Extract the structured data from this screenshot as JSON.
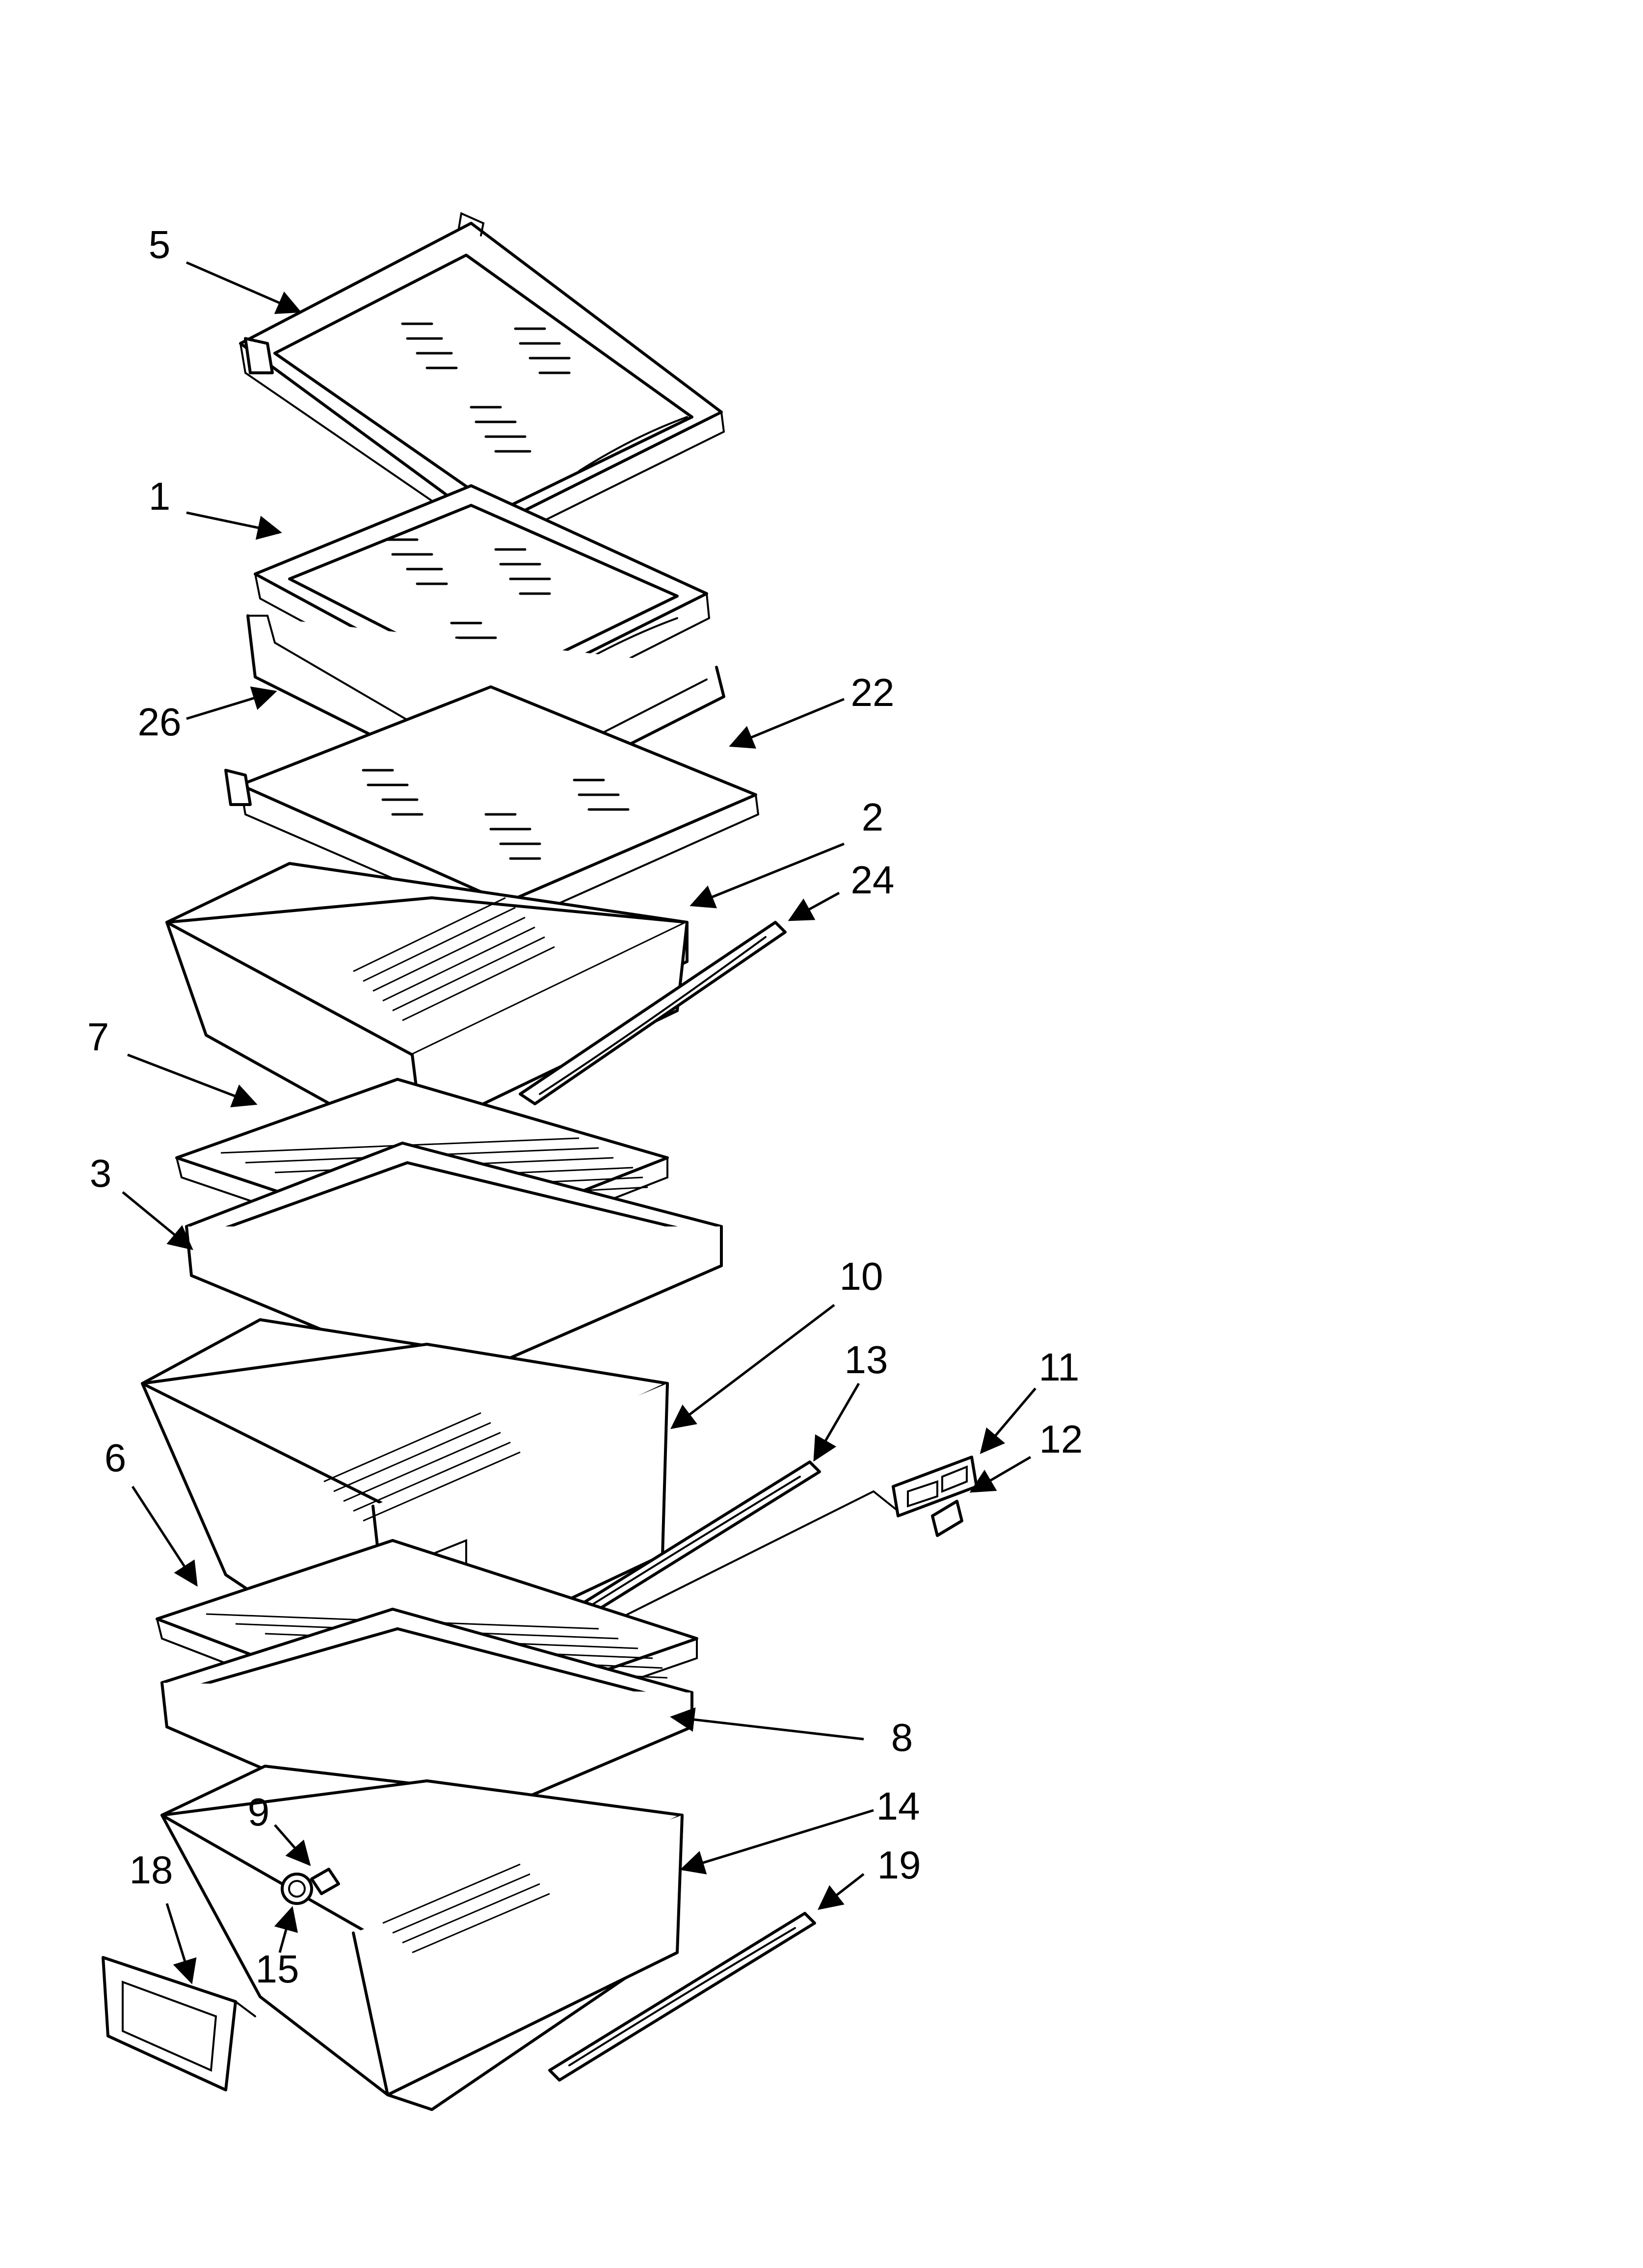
{
  "diagram": {
    "callouts": [
      {
        "id": "c5",
        "label": "5"
      },
      {
        "id": "c1",
        "label": "1"
      },
      {
        "id": "c26",
        "label": "26"
      },
      {
        "id": "c22",
        "label": "22"
      },
      {
        "id": "c2",
        "label": "2"
      },
      {
        "id": "c24",
        "label": "24"
      },
      {
        "id": "c7",
        "label": "7"
      },
      {
        "id": "c3",
        "label": "3"
      },
      {
        "id": "c10",
        "label": "10"
      },
      {
        "id": "c13",
        "label": "13"
      },
      {
        "id": "c11",
        "label": "11"
      },
      {
        "id": "c12",
        "label": "12"
      },
      {
        "id": "c6",
        "label": "6"
      },
      {
        "id": "c8",
        "label": "8"
      },
      {
        "id": "c9",
        "label": "9"
      },
      {
        "id": "c14",
        "label": "14"
      },
      {
        "id": "c18",
        "label": "18"
      },
      {
        "id": "c19",
        "label": "19"
      },
      {
        "id": "c15",
        "label": "15"
      }
    ],
    "colors": {
      "line": "#000000",
      "background": "#ffffff"
    }
  }
}
